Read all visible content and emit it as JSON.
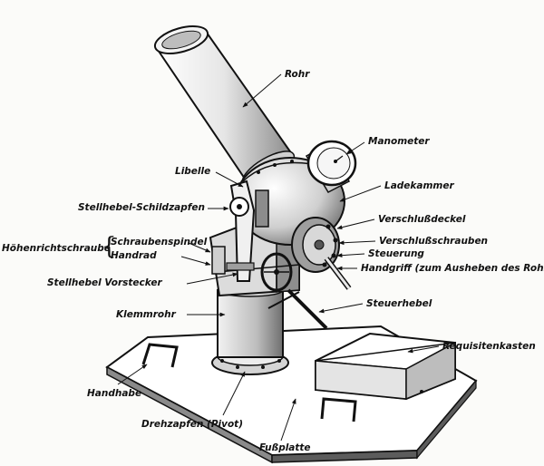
{
  "labels": {
    "rohr": "Rohr",
    "manometer": "Manometer",
    "libelle": "Libelle",
    "ladekammer": "Ladekammer",
    "stellhebel_schildzapfen": "Stellhebel-Schildzapfen",
    "verschlussdeckel": "Verschlußdeckel",
    "hoehenrichtschraube": "Höhenrichtschraube",
    "schraubenspindel": "Schraubenspindel",
    "handrad": "Handrad",
    "verschlussschrauben": "Verschlußschrauben",
    "steuerung": "Steuerung",
    "handgriff": "Handgriff (zum Ausheben des Rohres)",
    "stellhebel_vorstecker": "Stellhebel Vorstecker",
    "steuerhebel": "Steuerhebel",
    "klemmrohr": "Klemmrohr",
    "requisitenkasten": "Requisitenkasten",
    "handhabe": "Handhabe",
    "drehzapfen": "Drehzapfen (Pivot)",
    "fussplatte": "Fußplatte"
  },
  "colors": {
    "ink": "#111111",
    "paper": "#fbfbf9",
    "shade": "#9a9a9a",
    "light": "#d9d9d9"
  }
}
